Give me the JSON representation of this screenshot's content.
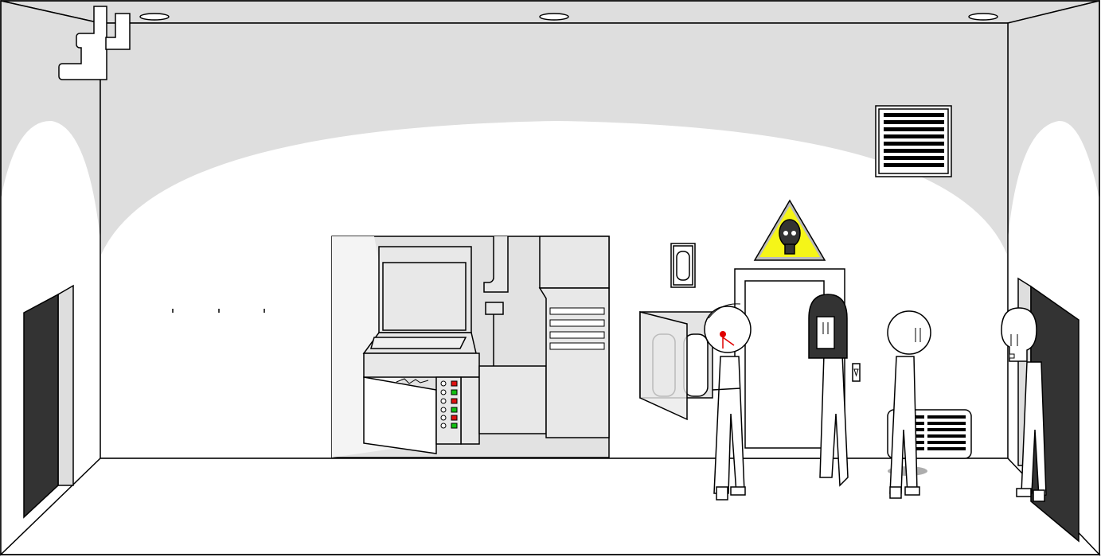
{
  "scene": {
    "name": "laboratory-corridor",
    "objects": [
      "ceiling-light-icon",
      "pipe-icon",
      "air-vent-icon",
      "gas-mask-warning-sign-icon",
      "wall-lamp-icon",
      "lab-door-icon",
      "elevator-button-icon",
      "fire-extinguisher-cabinet-icon",
      "control-console-icon",
      "radiator-icon",
      "left-doorway",
      "right-doorway"
    ],
    "characters": [
      "stitched-scientist",
      "long-haired-ghost",
      "bald-scientist",
      "skeleton"
    ]
  },
  "colors": {
    "wall": "#dedede",
    "lit_wall": "#ffffff",
    "outline": "#000000",
    "doorway": "#333333",
    "warning_yellow": "#f5f518",
    "button_red": "#e01010",
    "button_green": "#10c010",
    "blood": "#e00000"
  }
}
